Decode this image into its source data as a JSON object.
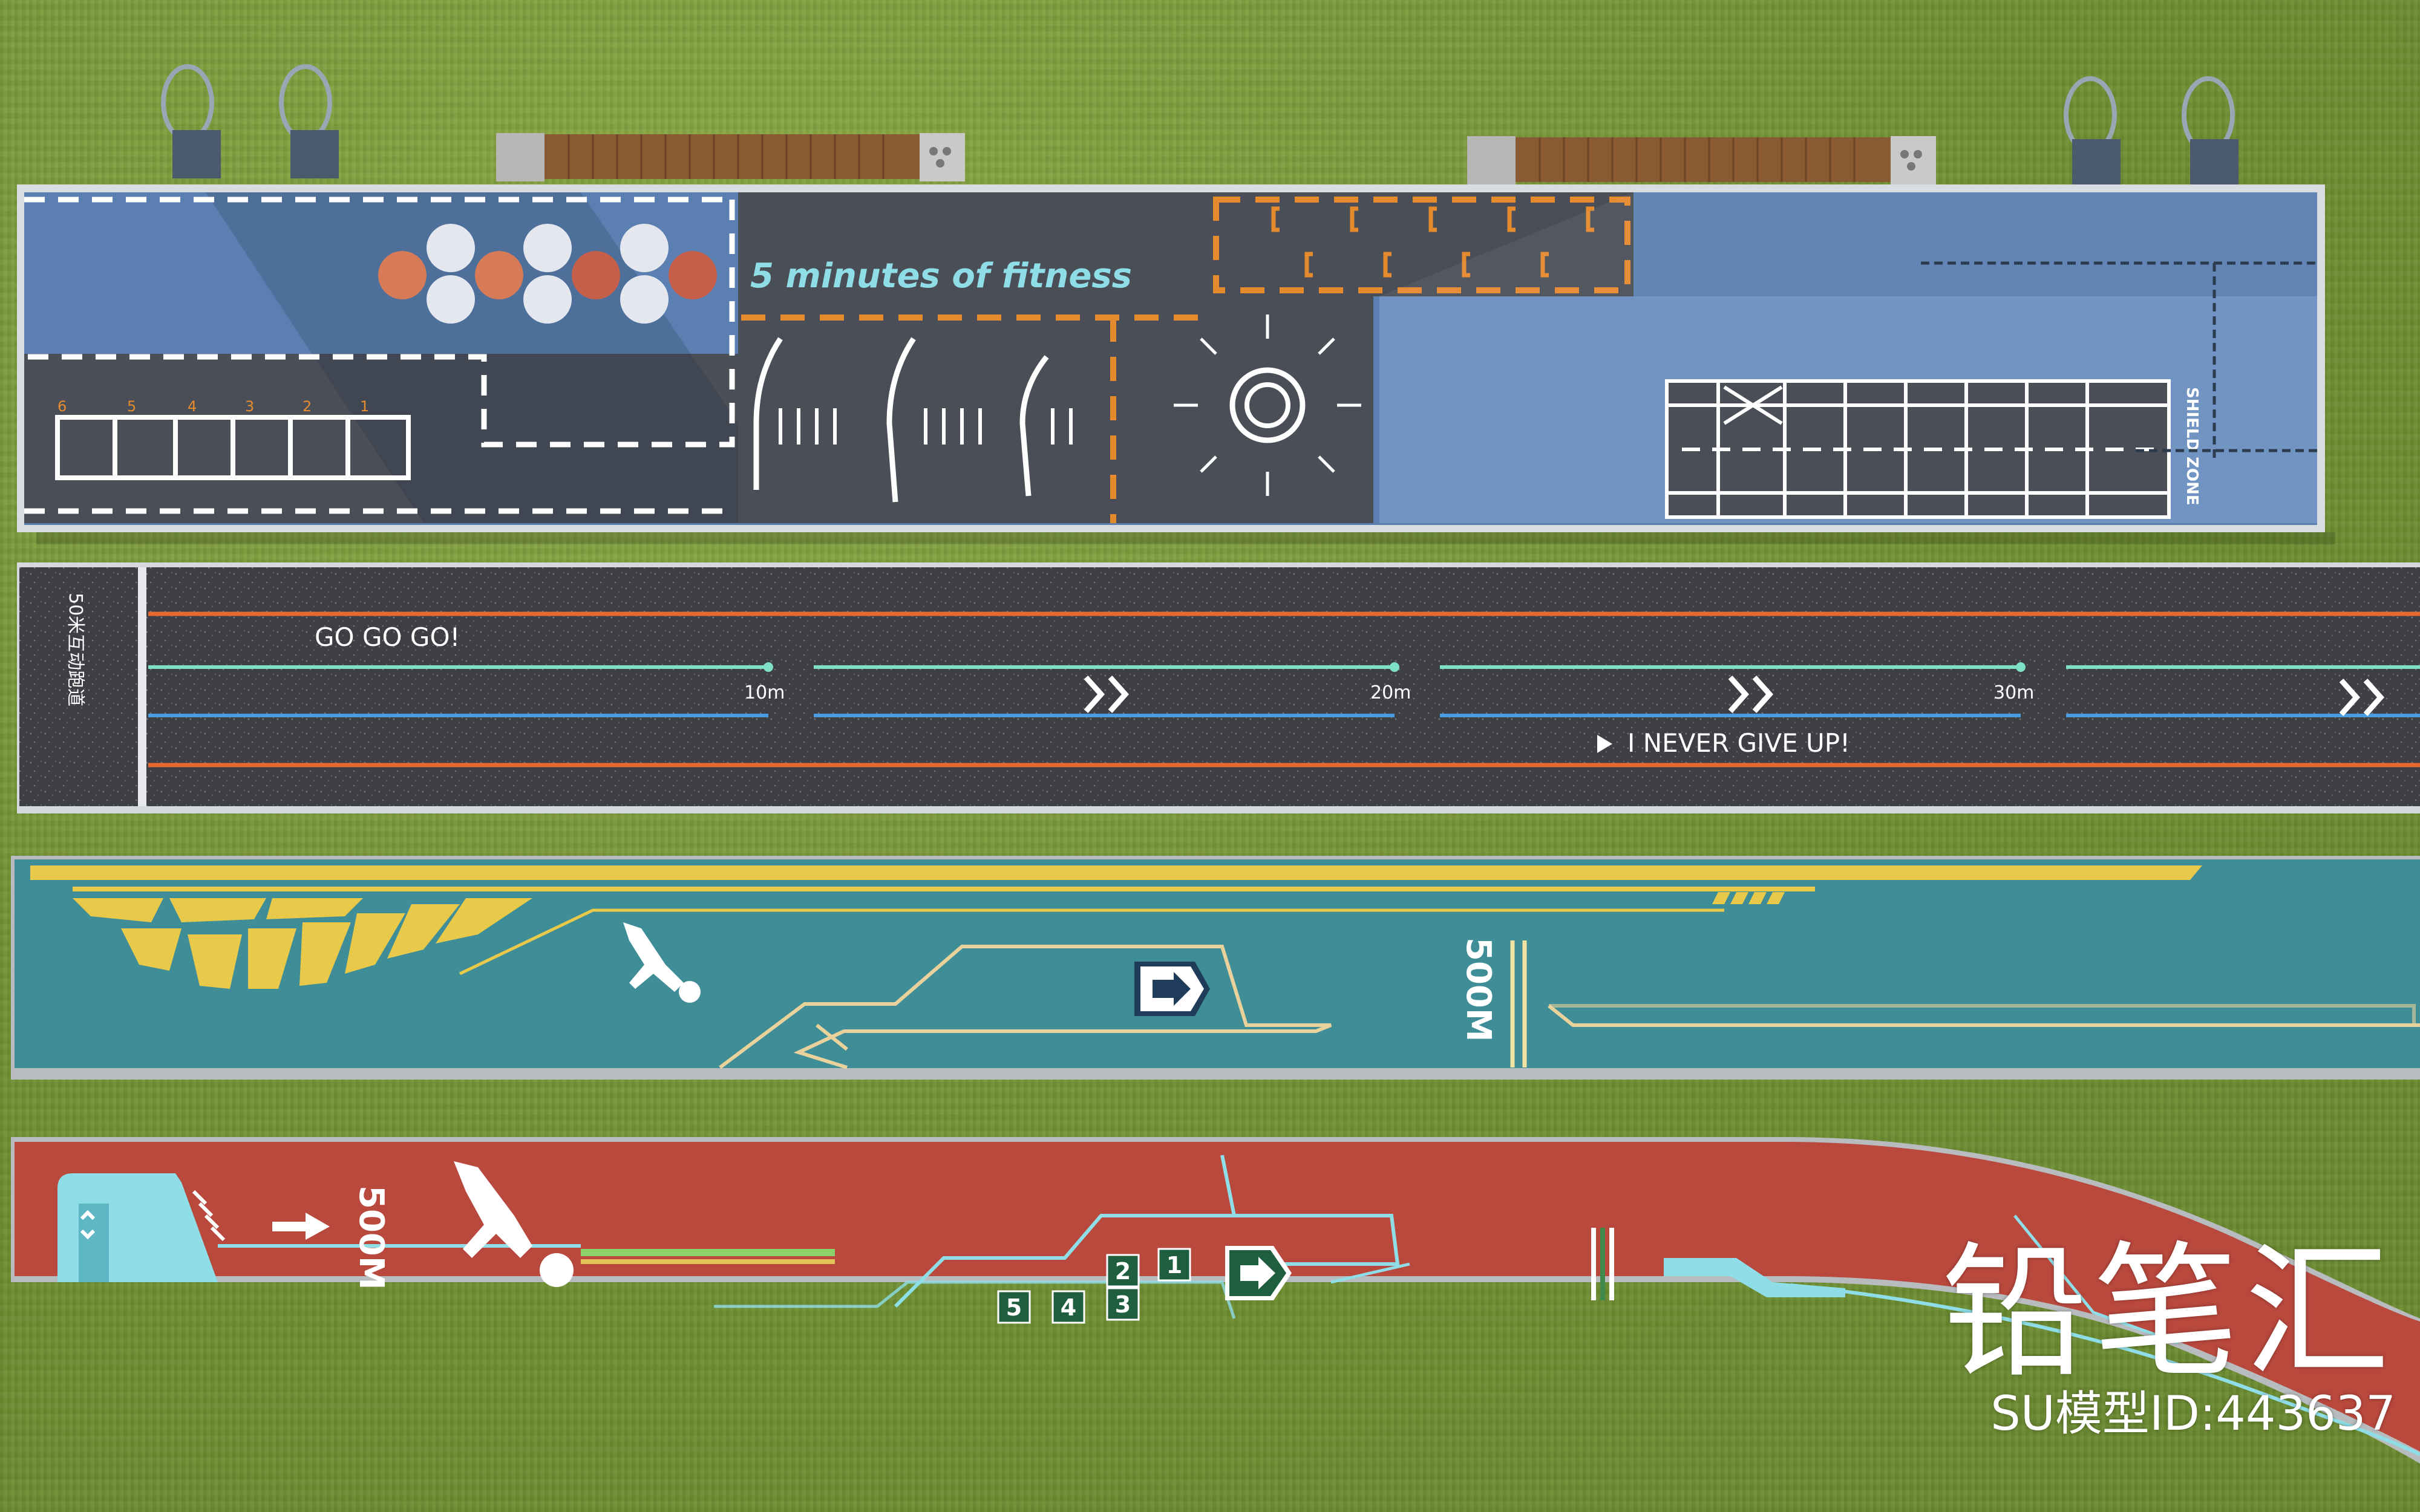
{
  "strip1": {
    "title": "5 minutes of fitness",
    "grid_numbers": [
      "6",
      "5",
      "4",
      "3",
      "2",
      "1"
    ],
    "label_vertical": "SHIELD ZONE"
  },
  "strip2": {
    "left_text": "50米互动跑道",
    "slogan1": "GO GO GO!",
    "markers": [
      "10m",
      "20m",
      "30m"
    ],
    "slogan2": "I NEVER  GIVE UP!"
  },
  "strip3": {
    "distance": "500M"
  },
  "strip4": {
    "distance": "500M",
    "steps": [
      "1",
      "2",
      "3",
      "4",
      "5"
    ]
  },
  "watermark": {
    "logo": "铅笔汇",
    "id_text": "SU模型ID:443637"
  },
  "colors": {
    "grass": "#7c9a3c",
    "blue_panel": "#5b7fb0",
    "dark_panel": "#4a4f57",
    "asphalt": "#3d3f44",
    "teal_track": "#3f8e97",
    "red_track": "#b9483d",
    "accent_orange": "#e68a2e",
    "accent_yellow": "#e8c94a",
    "accent_cyan": "#8fdde6"
  }
}
